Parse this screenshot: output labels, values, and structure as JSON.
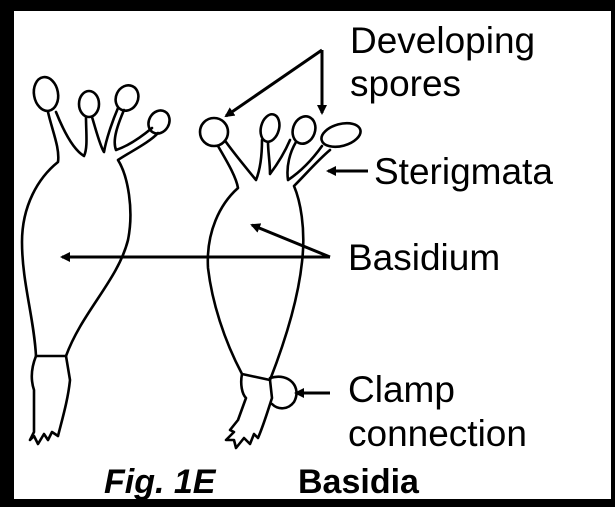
{
  "labels": {
    "developing_spores_line1": "Developing",
    "developing_spores_line2": "spores",
    "sterigmata": "Sterigmata",
    "basidium": "Basidium",
    "clamp_line1": "Clamp",
    "clamp_line2": "connection"
  },
  "caption": {
    "figure": "Fig. 1E",
    "title": "Basidia"
  },
  "colors": {
    "frame": "#000000",
    "background": "#ffffff",
    "ink": "#000000"
  }
}
